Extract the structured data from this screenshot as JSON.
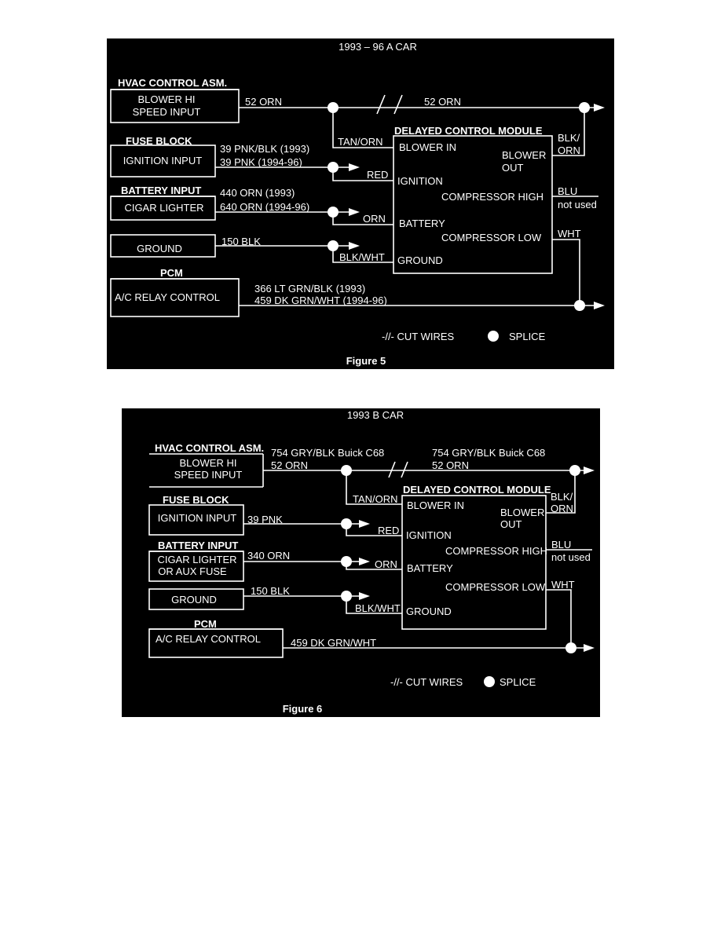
{
  "colors": {
    "background": "#000000",
    "ink": "#ffffff",
    "page": "#ffffff"
  },
  "fig5": {
    "title": "1993 – 96  A CAR",
    "caption": "Figure 5",
    "hvac_header": "HVAC CONTROL ASM.",
    "blower_hi_1": "BLOWER HI",
    "blower_hi_2": "SPEED INPUT",
    "wire_52_left": "52 ORN",
    "wire_52_right": "52 ORN",
    "fuse_header": "FUSE BLOCK",
    "ignition_input": "IGNITION INPUT",
    "wire_39a": "39 PNK/BLK (1993)",
    "wire_39b": "39 PNK (1994-96)",
    "battery_header": "BATTERY INPUT",
    "cigar_lighter": "CIGAR LIGHTER",
    "wire_440": "440 ORN (1993)",
    "wire_640": "640 ORN  (1994-96)",
    "ground_box": "GROUND",
    "wire_150": "150 BLK",
    "pcm_header": "PCM",
    "ac_relay": "A/C RELAY CONTROL",
    "wire_366": "366 LT GRN/BLK (1993)",
    "wire_459": "459 DK GRN/WHT (1994-96)",
    "tan_orn": "TAN/ORN",
    "red": "RED",
    "orn": "ORN",
    "blk_wht": "BLK/WHT",
    "dcm_header": "DELAYED CONTROL MODULE",
    "blower_in": "BLOWER IN",
    "ignition": "IGNITION",
    "battery": "BATTERY",
    "ground": "GROUND",
    "blower_out_1": "BLOWER",
    "blower_out_2": "OUT",
    "comp_high": "COMPRESSOR HIGH",
    "comp_low": "COMPRESSOR LOW",
    "blk_orn_1": "BLK/",
    "blk_orn_2": "ORN",
    "blu": "BLU",
    "not_used": "not used",
    "wht": "WHT",
    "legend_cut": "-//- CUT WIRES",
    "legend_splice": "SPLICE"
  },
  "fig6": {
    "title": "1993  B CAR",
    "caption": "Figure 6",
    "hvac_header": "HVAC CONTROL ASM.",
    "blower_hi_1": "BLOWER HI",
    "blower_hi_2": "SPEED INPUT",
    "wire_754_left": "754 GRY/BLK Buick C68",
    "wire_52_left": "52 ORN",
    "wire_754_right": "754 GRY/BLK Buick C68",
    "wire_52_right": "52 ORN",
    "fuse_header": "FUSE BLOCK",
    "ignition_input": "IGNITION INPUT",
    "wire_39": "39 PNK",
    "battery_header": "BATTERY INPUT",
    "cigar_1": "CIGAR LIGHTER",
    "cigar_2": "OR AUX FUSE",
    "wire_340": "340 ORN",
    "ground_box": "GROUND",
    "wire_150": "150 BLK",
    "pcm_header": "PCM",
    "ac_relay": "A/C RELAY CONTROL",
    "wire_459": "459 DK GRN/WHT",
    "tan_orn": "TAN/ORN",
    "red": "RED",
    "orn": "ORN",
    "blk_wht": "BLK/WHT",
    "dcm_header": "DELAYED CONTROL MODULE",
    "blower_in": "BLOWER IN",
    "ignition": "IGNITION",
    "battery": "BATTERY",
    "ground": "GROUND",
    "blower_out_1": "BLOWER",
    "blower_out_2": "OUT",
    "comp_high": "COMPRESSOR HIGH",
    "comp_low": "COMPRESSOR LOW",
    "blk_orn_1": "BLK/",
    "blk_orn_2": "ORN",
    "blu": "BLU",
    "not_used": "not used",
    "wht": "WHT",
    "legend_cut": "-//- CUT WIRES",
    "legend_splice": "SPLICE"
  }
}
